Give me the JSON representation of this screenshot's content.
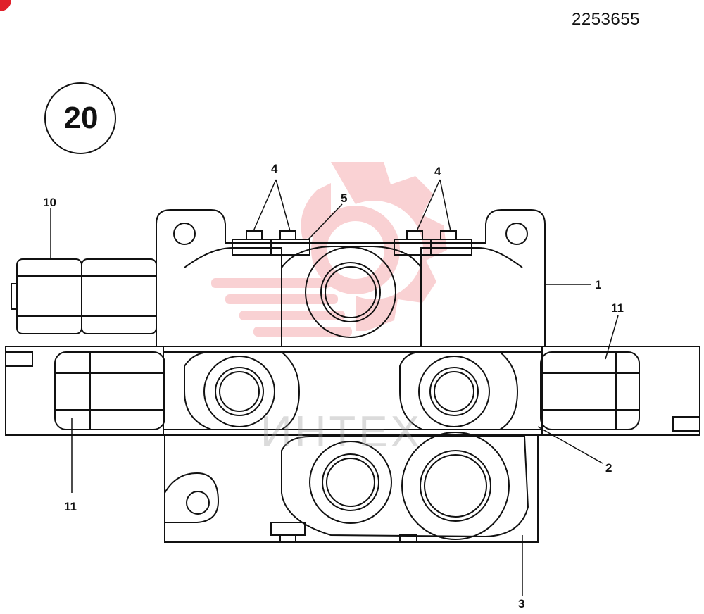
{
  "document": {
    "drawing_number": "2253655",
    "figure_number": "20"
  },
  "callouts": {
    "c4_left": "4",
    "c4_right": "4",
    "c5": "5",
    "c10": "10",
    "c1": "1",
    "c11_right": "11",
    "c11_left": "11",
    "c2": "2",
    "c3": "3"
  },
  "watermark": {
    "text": "ИНТЕХ",
    "color": "#e8323c"
  },
  "colors": {
    "line": "#111111",
    "background": "#ffffff",
    "corner_mark": "#e0202a"
  }
}
